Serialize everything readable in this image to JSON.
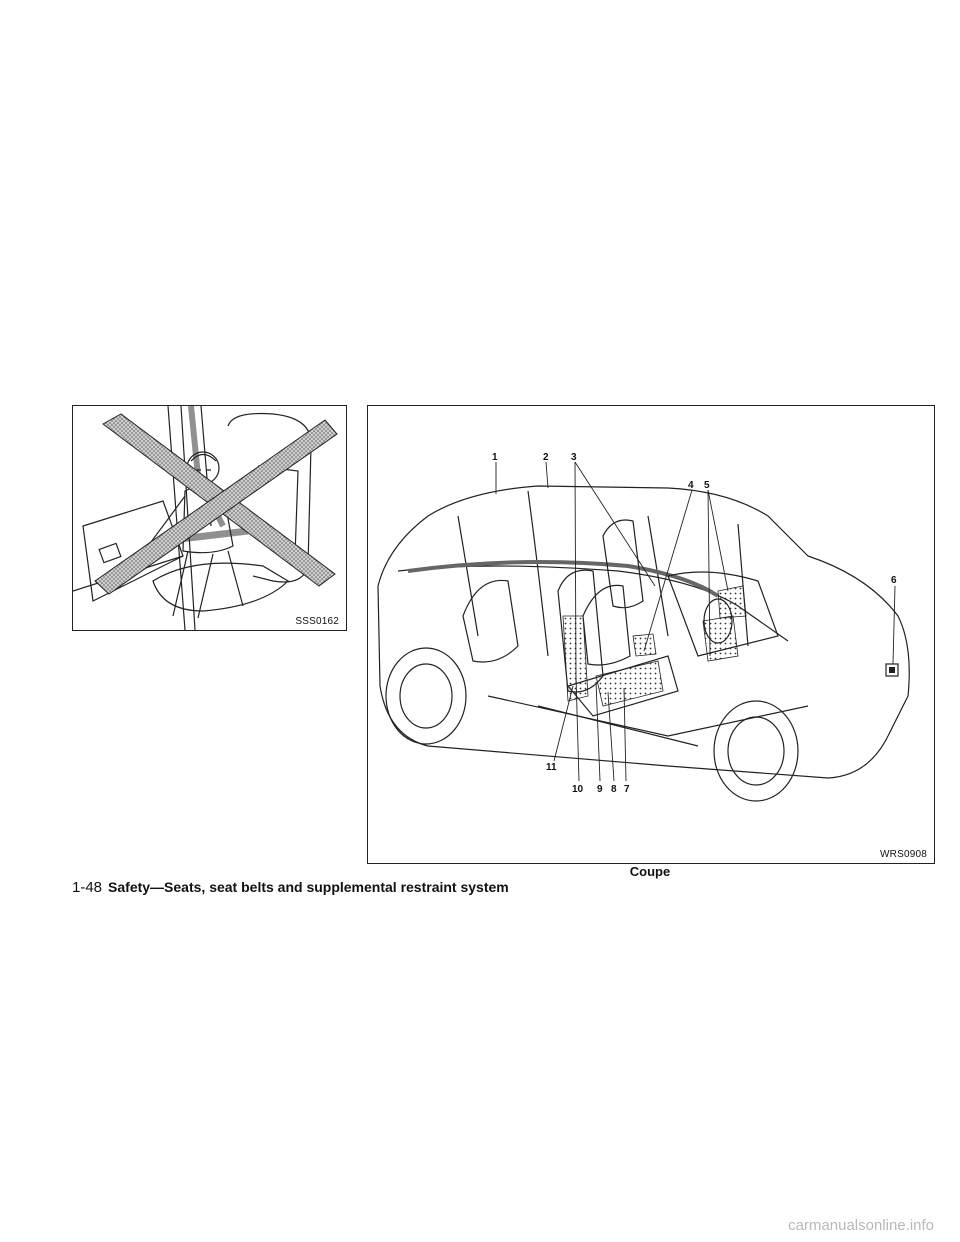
{
  "figures": {
    "left": {
      "code": "SSS0162"
    },
    "right": {
      "code": "WRS0908",
      "caption": "Coupe",
      "callouts": [
        "1",
        "2",
        "3",
        "4",
        "5",
        "6",
        "7",
        "8",
        "9",
        "10",
        "11"
      ]
    }
  },
  "footer": {
    "page_number": "1-48",
    "section_title": "Safety—Seats, seat belts and supplemental restraint system"
  },
  "watermark": "carmanualsonline.info"
}
